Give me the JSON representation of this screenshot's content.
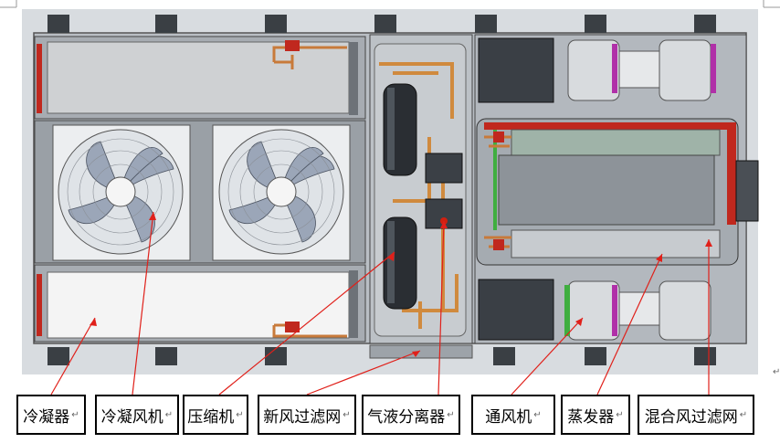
{
  "diagram": {
    "title": "",
    "labels": [
      {
        "id": "condenser",
        "text": "冷凝器"
      },
      {
        "id": "condenser-fan",
        "text": "冷凝风机"
      },
      {
        "id": "compressor",
        "text": "压缩机"
      },
      {
        "id": "fresh-air-filter",
        "text": "新风过滤网"
      },
      {
        "id": "gas-liquid-separator",
        "text": "气液分离器"
      },
      {
        "id": "ventilator",
        "text": "通风机"
      },
      {
        "id": "evaporator",
        "text": "蒸发器"
      },
      {
        "id": "mixed-air-filter",
        "text": "混合风过滤网"
      }
    ],
    "return_mark": "↵",
    "colors": {
      "frame": "#8f969e",
      "panel": "#c9ccd0",
      "copper": "#c87a3a",
      "red_trim": "#c0281e",
      "green_trim": "#3fae3f",
      "magenta_trim": "#b030a8",
      "dark": "#2e3236",
      "leader": "#e0201a"
    }
  }
}
